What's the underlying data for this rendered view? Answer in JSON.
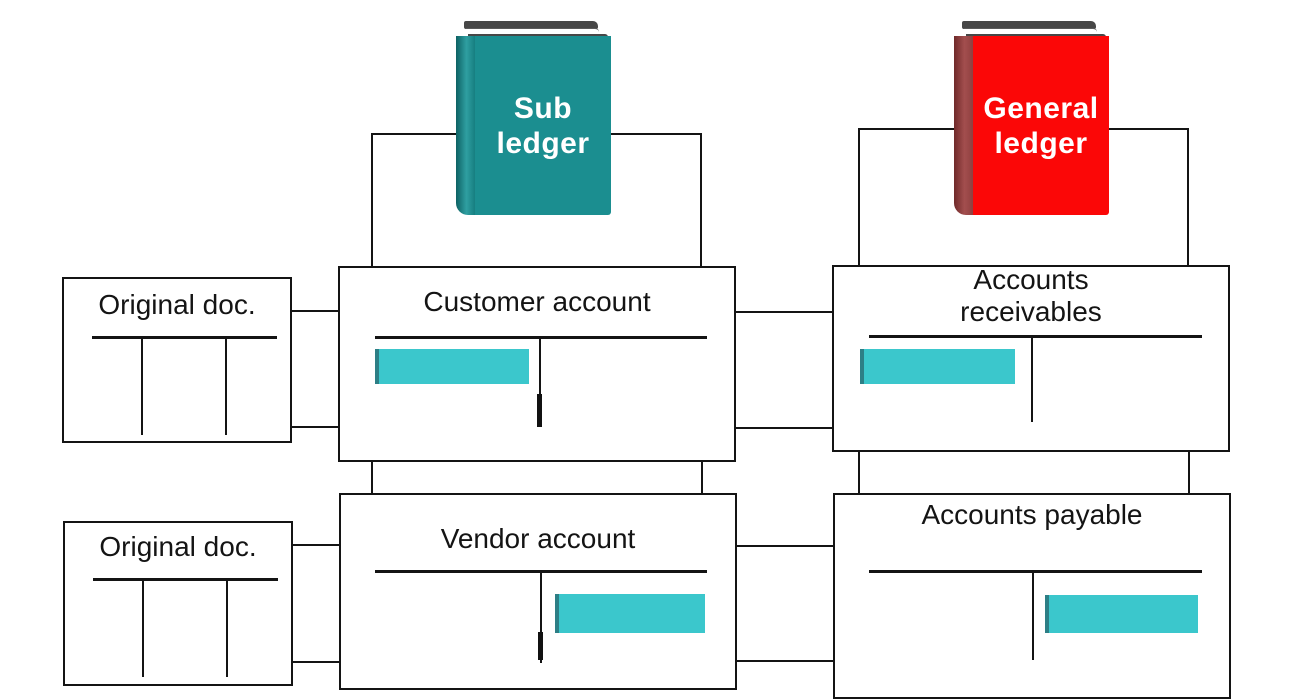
{
  "diagram": {
    "books": {
      "sub_ledger": {
        "label": "Sub\nledger",
        "cover_color": "#1b8e90",
        "spine_color": "#0f6b6d",
        "pages_color": "#474747"
      },
      "general_ledger": {
        "label": "General\nledger",
        "cover_color": "#fb0707",
        "spine_color": "#8f4040",
        "pages_color": "#474747"
      }
    },
    "boxes": {
      "original_doc_top": {
        "title": "Original doc."
      },
      "customer_account": {
        "title": "Customer account",
        "amount_bar_side": "debit"
      },
      "accounts_receivables": {
        "title": "Accounts\nreceivables",
        "amount_bar_side": "debit"
      },
      "original_doc_bottom": {
        "title": "Original doc."
      },
      "vendor_account": {
        "title": "Vendor account",
        "amount_bar_side": "credit"
      },
      "accounts_payable": {
        "title": "Accounts payable",
        "amount_bar_side": "credit"
      }
    },
    "colors": {
      "amount_bar": "#3bc7cc",
      "amount_bar_edge": "#2d7f86",
      "line": "#141414",
      "background": "#ffffff"
    }
  }
}
